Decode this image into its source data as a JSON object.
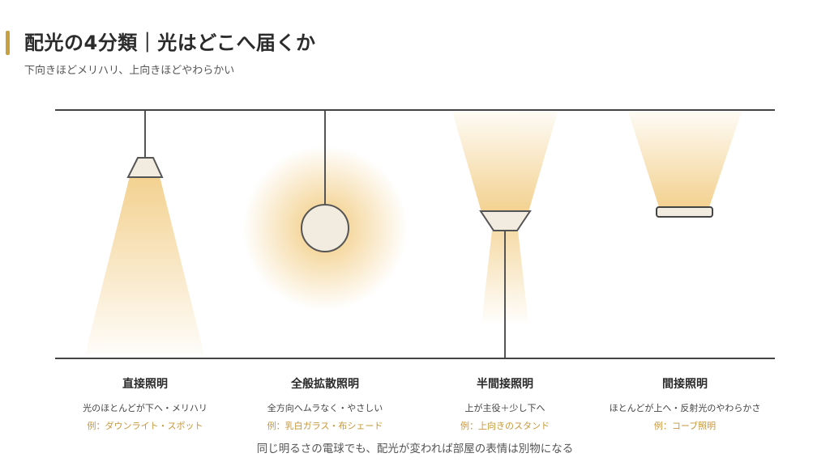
{
  "title": "配光の4分類｜光はどこへ届くか",
  "subtitle": "下向きほどメリハリ、上向きほどやわらかい",
  "types": [
    {
      "name": "直接照明",
      "desc": "光のほとんどが下へ・メリハリ",
      "example": "例：ダウンライト・スポット"
    },
    {
      "name": "全般拡散照明",
      "desc": "全方向へムラなく・やさしい",
      "example": "例：乳白ガラス・布シェード"
    },
    {
      "name": "半間接照明",
      "desc": "上が主役＋少し下へ",
      "example": "例：上向きのスタンド"
    },
    {
      "name": "間接照明",
      "desc": "ほとんどが上へ・反射光のやわらかさ",
      "example": "例：コーブ照明"
    }
  ],
  "footer": "同じ明るさの電球でも、配光が変われば部屋の表情は別物になる",
  "colors": {
    "accent": "#c9a040",
    "light": "#f3cf8a",
    "example_text": "#c9973a",
    "lines": "#444444",
    "fixture_fill": "#f2ebdf"
  }
}
